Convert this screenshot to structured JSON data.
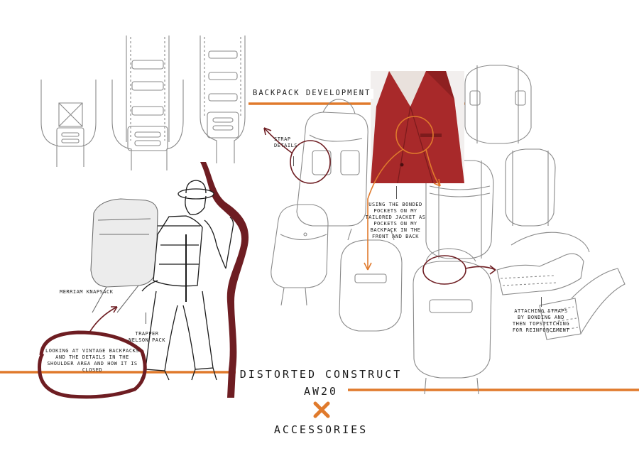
{
  "heading": "BACKPACK DEVELOPMENT",
  "labels": {
    "strap_details": "STRAP DETAILS",
    "merriam": "MERRIAM KNAPSACK",
    "trapper": "TRAPPER NELSON PACK",
    "vintage": "LOOKING AT VINTAGE BACKPACKS AND THE DETAILS IN THE SHOULDER AREA AND HOW IT IS CLOSED",
    "bonded": "USING THE BONDED POCKETS ON MY TAILORED JACKET AS POCKETS ON MY BACKPACK IN THE FRONT AND BACK",
    "attaching": "ATTACHING STRAPS BY BONDING AND THEN TOPSTITCHING FOR REINFORCEMENT"
  },
  "title": {
    "line1": "DISTORTED CONSTRUCT",
    "line2": "AW20",
    "line3": "ACCESSORIES"
  },
  "colors": {
    "accent": "#e07a2c",
    "maroon": "#6e1d22",
    "jacket": "#a8292a",
    "sketch": "#8a8a8a"
  }
}
